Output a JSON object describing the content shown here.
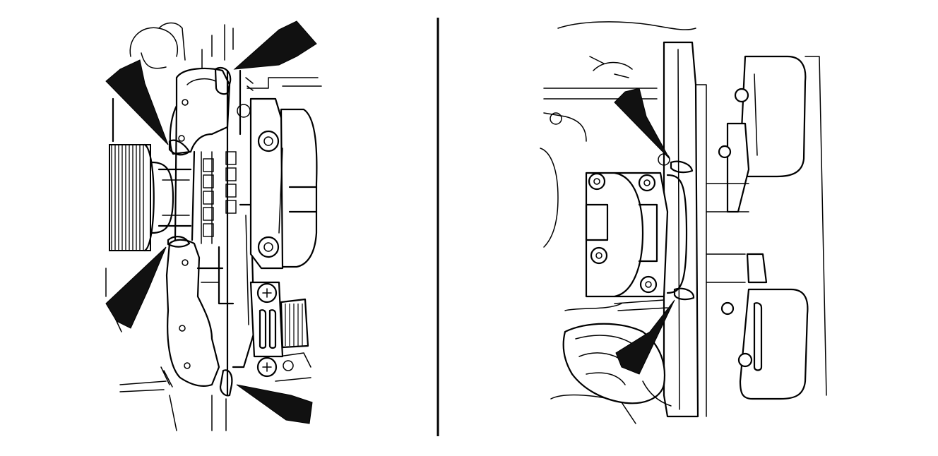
{
  "figure": {
    "panels": [
      {
        "id": "left",
        "arrow_count": 4,
        "icon": "seal-location-arrow-icon"
      },
      {
        "id": "right",
        "arrow_count": 2,
        "icon": "seal-location-arrow-icon"
      }
    ],
    "colors": {
      "line": "#000000",
      "background": "#ffffff",
      "arrow": "#111111"
    }
  }
}
